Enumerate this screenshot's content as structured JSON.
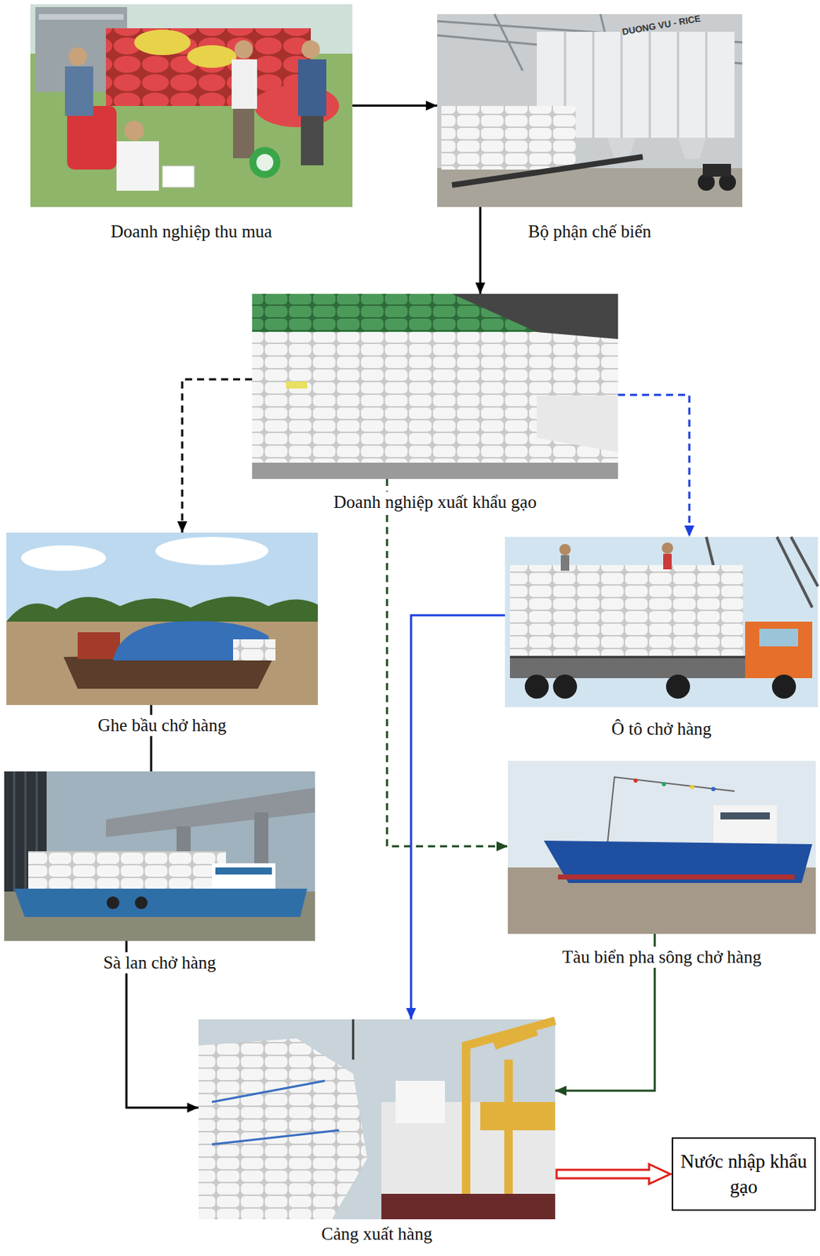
{
  "diagram": {
    "nodes": [
      {
        "text": [
          "Doanh nghiệp thu mua"
        ]
      },
      {
        "text": [
          "Bộ phận chế biến"
        ]
      },
      {
        "text": [
          "Doanh nghiệp xuất khẩu gạo"
        ]
      },
      {
        "text": [
          "Ghe bầu chở hàng"
        ]
      },
      {
        "text": [
          "Ô tô chở hàng"
        ]
      },
      {
        "text": [
          "Tàu biển pha sông chở hàng"
        ]
      },
      {
        "text": [
          "Sà lan chở hàng"
        ]
      },
      {
        "text": [
          "Cảng xuất hàng"
        ]
      },
      {
        "text": [
          "Nước nhập khẩu gạo"
        ]
      }
    ],
    "edges": [
      {
        "from": 0,
        "to": 1,
        "arrow": "to"
      },
      {
        "from": 1,
        "to": 2,
        "arrow": "to"
      },
      {
        "from": 2,
        "to": 3,
        "arrow": "to"
      },
      {
        "from": 2,
        "to": 4,
        "arrow": "to"
      },
      {
        "from": 2,
        "to": 5,
        "arrow": "to"
      },
      {
        "from": 3,
        "to": 6,
        "arrow": "none"
      },
      {
        "from": 6,
        "to": 7,
        "arrow": "to"
      },
      {
        "from": 4,
        "to": 7,
        "arrow": "to"
      },
      {
        "from": 5,
        "to": 7,
        "arrow": "to"
      },
      {
        "from": 7,
        "to": 8,
        "arrow": "to"
      }
    ],
    "labels": [
      "DUONG VU - RICE"
    ]
  }
}
